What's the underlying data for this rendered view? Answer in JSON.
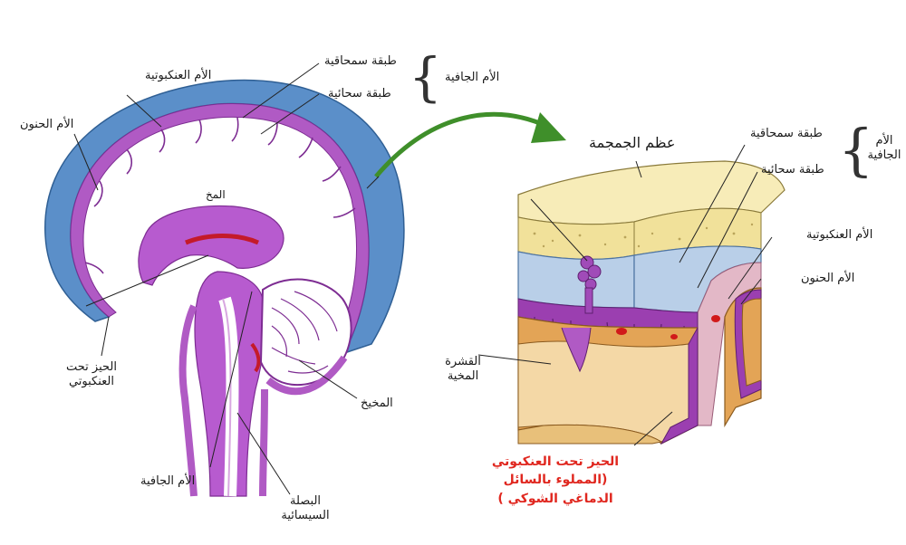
{
  "labels": {
    "arachnoid_left": "الأم العنكبوتية",
    "pia_left": "الأم الحنون",
    "periosteal_left": "طبقة سمحاقية",
    "meningeal_left": "طبقة سحائية",
    "dura_left": "الأم الجافية",
    "cerebrum": "المخ",
    "subarachnoid_left": "الحيز تحت العنكبوتي",
    "cerebellum": "المخيخ",
    "dura_bottom": "الأم الجافية",
    "medulla": "البصلة السيسائية",
    "skull_bone": "عظم الجمجمة",
    "periosteal_right": "طبقة سمحاقية",
    "meningeal_right": "طبقة سحائية",
    "dura_right": "الأم الجافية",
    "arachnoid_right": "الأم العنكبوتية",
    "pia_right": "الأم الحنون",
    "cortex": "القشرة المخية",
    "subarachnoid_right": "الحيز تحت العنكبوتي (المملوء بالسائل الدماغي الشوكي )"
  },
  "colors": {
    "dura": "#5b8fc9",
    "arachnoid_purple": "#9b3fb0",
    "pia_purple": "#c069c9",
    "bone": "#f3e6a6",
    "fluid_red": "#d11a1a",
    "cortex_orange": "#e3a456",
    "arrow_green": "#3f8f2a",
    "highlight_red": "#e0271f"
  },
  "icons": {
    "arrow": "curved-arrow-icon",
    "brace": "curly-brace-icon"
  }
}
